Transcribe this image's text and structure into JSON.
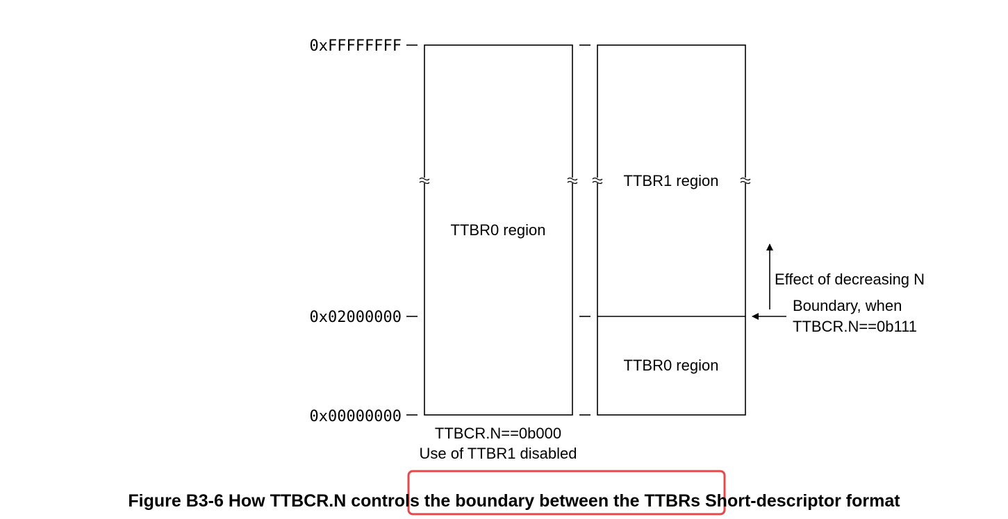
{
  "addresses": {
    "top": "0xFFFFFFFF",
    "middle": "0x02000000",
    "bottom": "0x00000000"
  },
  "left_box": {
    "region": "TTBR0 region",
    "caption_line1": "TTBCR.N==0b000",
    "caption_line2": "Use of TTBR1 disabled"
  },
  "right_box": {
    "upper_region": "TTBR1 region",
    "lower_region": "TTBR0 region"
  },
  "annotations": {
    "effect": "Effect of decreasing N",
    "boundary_line1": "Boundary, when",
    "boundary_line2": "TTBCR.N==0b111"
  },
  "figure": {
    "caption_prefix": "Figure B3-6 How TTBCR.N controls ",
    "caption_highlight": "the boundary between the TTBRs",
    "caption_suffix": " Short-descriptor format",
    "highlight_color": "#e8474a"
  }
}
